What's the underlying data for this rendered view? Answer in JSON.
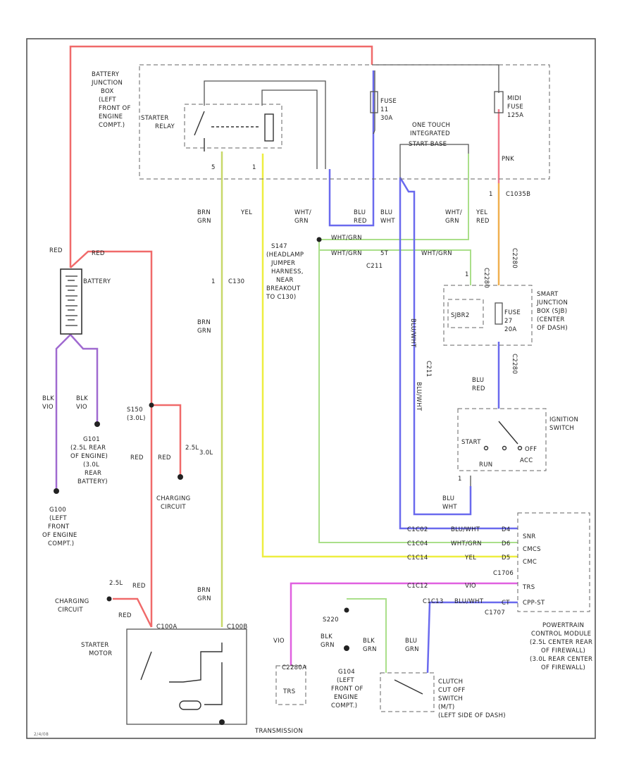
{
  "colors": {
    "red": "#f06a6a",
    "purple": "#a06ad0",
    "yellow_green": "#c8d86a",
    "yellow": "#eeee40",
    "light_green": "#aadf8a",
    "blue": "#6a6aee",
    "orange": "#f0b050",
    "pink_red": "#f07a8a",
    "magenta": "#e060e0",
    "gray": "#8a8a8a"
  },
  "labels": {
    "battery_junction_box": [
      "BATTERY",
      "JUNCTION",
      "BOX",
      "(LEFT",
      "FRONT OF",
      "ENGINE",
      "COMPT.)"
    ],
    "starter_relay": [
      "STARTER",
      "RELAY"
    ],
    "fuse_11": [
      "FUSE",
      "11",
      "30A"
    ],
    "maxi_fuse": [
      "MIDI",
      "FUSE",
      "125A"
    ],
    "one_touch": [
      "ONE TOUCH",
      "INTEGRATED",
      "START BASE"
    ],
    "pnk": "PNK",
    "c1035b": "C1035B",
    "relay_pin_a": "5",
    "relay_pin_b": "1",
    "relay_pin_c": "1",
    "brn_grn_1": [
      "BRN",
      "GRN"
    ],
    "yel_1": "YEL",
    "wht_grn_1": [
      "WHT/",
      "GRN"
    ],
    "blu_red_1": [
      "BLU",
      "RED"
    ],
    "blu_wht_1": [
      "BLU",
      "WHT"
    ],
    "wht_grn_2": [
      "WHT/",
      "GRN"
    ],
    "yel_red_1": [
      "YEL",
      "RED"
    ],
    "s147": [
      "S147",
      "(HEADLAMP",
      "JUMPER",
      "HARNESS,",
      "NEAR",
      "BREAKOUT",
      "TO C130)"
    ],
    "wht_grn_3": "WHT/GRN",
    "wht_grn_4": "WHT/GRN",
    "wht_grn_5": "WHT/GRN",
    "c211": "C211",
    "c211_pin": "5T",
    "red_1": "RED",
    "red_2": "RED",
    "battery": "BATTERY",
    "c130": "C130",
    "c130_pin": "1",
    "c2280_1": "C2280",
    "c2280_2": "C2280",
    "c2280_3": "C2280",
    "c2280_pin": "1",
    "sjb_pin": "1",
    "smart_jb": [
      "SMART",
      "JUNCTION",
      "BOX (SJB)",
      "(CENTER",
      "OF DASH)"
    ],
    "sjb_label": "SJBR2",
    "fuse_27": [
      "FUSE",
      "27",
      "20A"
    ],
    "brn_grn_2": [
      "BRN",
      "GRN"
    ],
    "c211_vert": "C211",
    "blu_wht_vert_1": "BLU/WHT",
    "blu_wht_vert_2": "BLU/WHT",
    "blk_vio_1": [
      "BLK",
      "VIO"
    ],
    "blk_vio_2": [
      "BLK",
      "VIO"
    ],
    "g101": [
      "G101",
      "(2.5L REAR",
      "OF ENGINE)",
      "(3.0L",
      "REAR",
      "BATTERY)"
    ],
    "blu_red_2": [
      "BLU",
      "RED"
    ],
    "ignition_switch": [
      "IGNITION",
      "SWITCH"
    ],
    "s150": [
      "S150",
      "(3.0L)"
    ],
    "red_3": "RED",
    "red_4": "RED",
    "charging_circuit_1": [
      "CHARGING",
      "CIRCUIT"
    ],
    "l25": "2.5L",
    "l30": "3.0L",
    "g100": [
      "G100",
      "(LEFT",
      "FRONT",
      "OF ENGINE",
      "COMPT.)"
    ],
    "switch_start": "START",
    "switch_run": "RUN",
    "switch_off": "OFF",
    "switch_acc": "ACC",
    "switch_pin": "1",
    "blu_wht_2": [
      "BLU",
      "WHT"
    ],
    "pcm_pins": [
      "D4",
      "D6",
      "D5",
      "CT"
    ],
    "pcm_connectors": [
      "C1C02",
      "C1C04",
      "C1C14"
    ],
    "pcm_wires": [
      "BLU/WHT",
      "WHT/GRN",
      "YEL"
    ],
    "pcm_tags": [
      "SNR",
      "CMCS",
      "CMC",
      "TRS",
      "CPP-ST"
    ],
    "c1706": "C1706",
    "c1707": "C1707",
    "vio_wire": "VIO",
    "c1c_lower": [
      "C1C12",
      "C1C13"
    ],
    "blu_wht_lower": "BLU/WHT",
    "brn_grn_3": [
      "BRN",
      "GRN"
    ],
    "pcm": [
      "POWERTRAIN",
      "CONTROL MODULE",
      "(2.5L CENTER REAR",
      "OF FIREWALL)",
      "(3.0L REAR CENTER",
      "OF FIREWALL)"
    ],
    "l25_2": "2.5L",
    "red_5": "RED",
    "charging_circuit_2": [
      "CHARGING",
      "CIRCUIT"
    ],
    "red_6": "RED",
    "c100a": "C100A",
    "c100b": "C100B",
    "starter_motor": [
      "STARTER",
      "MOTOR"
    ],
    "s220": "S220",
    "blk_grn_1": [
      "BLK",
      "GRN"
    ],
    "blk_grn_2": [
      "BLK",
      "GRN"
    ],
    "blu_grn": [
      "BLU",
      "GRN"
    ],
    "vio_2": "VIO",
    "trs_box": "TRS",
    "c2280a": "C2280A",
    "g104": [
      "G104",
      "(LEFT",
      "FRONT OF",
      "ENGINE",
      "COMPT.)"
    ],
    "clutch_switch": [
      "CLUTCH",
      "CUT OFF",
      "SWITCH",
      "(M/T)",
      "(LEFT SIDE OF DASH)"
    ],
    "transmission": "TRANSMISSION",
    "watermark": "2/4/08"
  }
}
